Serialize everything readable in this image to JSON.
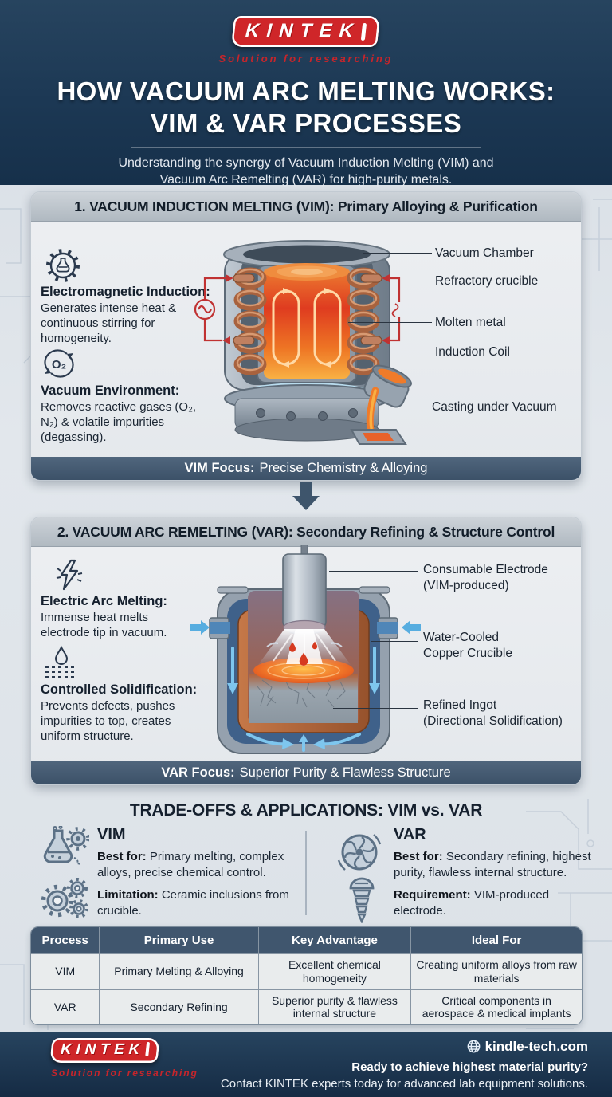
{
  "brand": {
    "name": "KINTEK",
    "tagline": "Solution for researching",
    "red": "#cf2629"
  },
  "colors": {
    "header_navy": "#1c3854",
    "slate_bar": "#3c5168",
    "table_header": "#40566e",
    "panel_header_gray": "#b0b9c1"
  },
  "header": {
    "title_line1": "HOW VACUUM ARC MELTING WORKS:",
    "title_line2": "VIM & VAR PROCESSES",
    "subtitle_line1": "Understanding the synergy of Vacuum Induction Melting (VIM) and",
    "subtitle_line2": "Vacuum Arc Remelting (VAR) for high-purity metals."
  },
  "vim": {
    "heading": "1. VACUUM INDUCTION MELTING (VIM): Primary Alloying & Purification",
    "point1_title": "Electromagnetic Induction:",
    "point1_text": "Generates intense heat & continuous stirring for homogeneity.",
    "point2_icon_text": "O₂",
    "point2_title": "Vacuum Environment:",
    "point2_text": "Removes reactive gases (O₂, N₂) & volatile impurities (degassing).",
    "label_chamber": "Vacuum Chamber",
    "label_crucible": "Refractory crucible",
    "label_molten": "Molten metal",
    "label_coil": "Induction Coil",
    "label_casting": "Casting under Vacuum",
    "focus_label": "VIM Focus:",
    "focus_text": "Precise Chemistry & Alloying"
  },
  "var": {
    "heading": "2. VACUUM ARC REMELTING (VAR): Secondary Refining & Structure Control",
    "point1_title": "Electric Arc Melting:",
    "point1_text": "Immense heat melts electrode tip in vacuum.",
    "point2_title": "Controlled Solidification:",
    "point2_text": "Prevents defects, pushes impurities to top, creates uniform structure.",
    "label_electrode_1": "Consumable Electrode",
    "label_electrode_2": "(VIM-produced)",
    "label_crucible_1": "Water-Cooled",
    "label_crucible_2": "Copper Crucible",
    "label_ingot_1": "Refined Ingot",
    "label_ingot_2": "(Directional Solidification)",
    "focus_label": "VAR Focus:",
    "focus_text": "Superior Purity & Flawless Structure"
  },
  "tradeoffs": {
    "title": "TRADE-OFFS & APPLICATIONS: VIM vs. VAR",
    "vim_heading": "VIM",
    "vim_best_label": "Best for:",
    "vim_best_text": "Primary melting, complex alloys, precise chemical control.",
    "vim_limit_label": "Limitation:",
    "vim_limit_text": "Ceramic inclusions from crucible.",
    "var_heading": "VAR",
    "var_best_label": "Best for:",
    "var_best_text": "Secondary refining, highest purity, flawless internal structure.",
    "var_req_label": "Requirement:",
    "var_req_text": "VIM-produced electrode."
  },
  "table": {
    "headers": [
      "Process",
      "Primary Use",
      "Key Advantage",
      "Ideal For"
    ],
    "rows": [
      [
        "VIM",
        "Primary Melting & Alloying",
        "Excellent chemical homogeneity",
        "Creating uniform alloys from raw materials"
      ],
      [
        "VAR",
        "Secondary Refining",
        "Superior purity & flawless internal structure",
        "Critical components in aerospace & medical implants"
      ]
    ]
  },
  "footer": {
    "website": "kindle-tech.com",
    "cta_bold": "Ready to achieve highest material purity?",
    "cta_text": "Contact KINTEK experts today for advanced lab equipment solutions."
  }
}
